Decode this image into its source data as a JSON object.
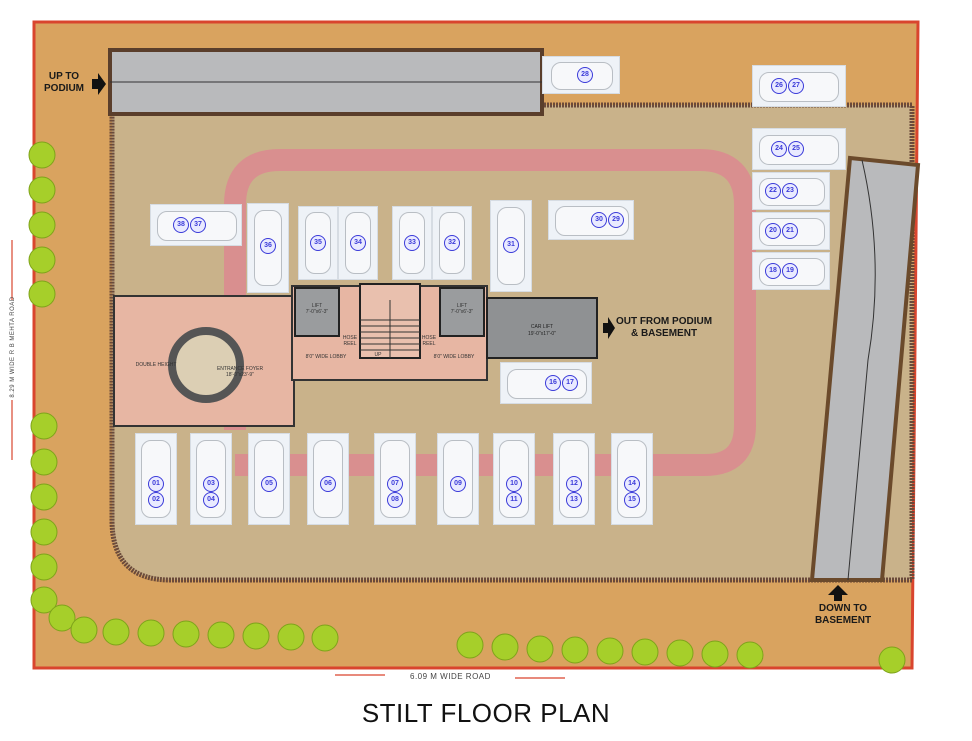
{
  "title": "STILT FLOOR PLAN",
  "roads": {
    "bottom": "6.09 M WIDE ROAD",
    "left": "8.29 M WIDE R B MEHTA ROAD"
  },
  "annotations": {
    "up_to_podium": "UP TO PODIUM",
    "out_from_podium": "OUT FROM PODIUM & BASEMENT",
    "down_to_basement": "DOWN TO BASEMENT"
  },
  "rooms": {
    "double_height": "DOUBLE HEIGHT",
    "entrance_foyer": "ENTRANCE FOYER",
    "entrance_foyer_size": "18'-0\"x23'-9\"",
    "lift_left": "LIFT",
    "lift_left_size": "7'-0\"x6'-3\"",
    "lift_right": "LIFT",
    "lift_right_size": "7'-0\"x6'-3\"",
    "lobby_left": "8'0\" WIDE LOBBY",
    "lobby_right": "8'0\" WIDE LOBBY",
    "hose_reel_left": "HOSE REEL",
    "hose_reel_right": "HOSE REEL",
    "stair_up": "UP",
    "car_lift": "CAR LIFT",
    "car_lift_size": "19'-0\"x17'-0\""
  },
  "parking": {
    "bottom_row": [
      {
        "nums": [
          "01",
          "02"
        ]
      },
      {
        "nums": [
          "03",
          "04"
        ]
      },
      {
        "nums": [
          "05"
        ]
      },
      {
        "nums": [
          "06"
        ]
      },
      {
        "nums": [
          "07",
          "08"
        ]
      },
      {
        "nums": [
          "09"
        ]
      },
      {
        "nums": [
          "10",
          "11"
        ]
      },
      {
        "nums": [
          "12",
          "13"
        ]
      },
      {
        "nums": [
          "14",
          "15"
        ]
      }
    ],
    "car_lift_slot": [
      "16",
      "17"
    ],
    "right_column": [
      [
        "18",
        "19"
      ],
      [
        "20",
        "21"
      ],
      [
        "22",
        "23"
      ],
      [
        "24",
        "25"
      ],
      [
        "26",
        "27"
      ]
    ],
    "top_single": [
      "28"
    ],
    "top_pair": [
      "30",
      "29"
    ],
    "top_row_vertical": [
      "36",
      "35",
      "34",
      "33",
      "32",
      "31"
    ],
    "top_left_pair": [
      "38",
      "37"
    ]
  },
  "colors": {
    "outer_ground": "#d9a35f",
    "inner_floor": "#c9b28a",
    "driveway": "#d98f8f",
    "ramp": "#b9babc",
    "core_floor": "#e7b6a3",
    "boundary": "#d9452e",
    "tree": "#a6cf2a",
    "slot_num": "#3b3bd9"
  }
}
